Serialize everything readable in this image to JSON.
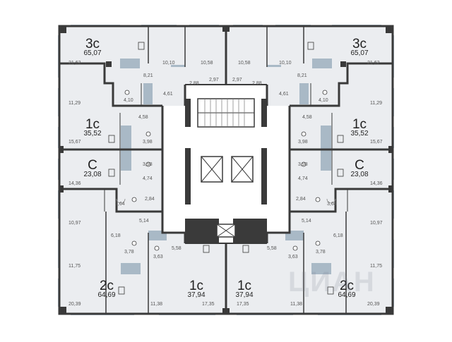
{
  "units": [
    {
      "id": "u1",
      "type": "3с",
      "area": "65,07"
    },
    {
      "id": "u2",
      "type": "3с",
      "area": "65,07"
    },
    {
      "id": "u3",
      "type": "1с",
      "area": "35,52"
    },
    {
      "id": "u4",
      "type": "1с",
      "area": "35,52"
    },
    {
      "id": "u5",
      "type": "С",
      "area": "23,08"
    },
    {
      "id": "u6",
      "type": "С",
      "area": "23,08"
    },
    {
      "id": "u7",
      "type": "2с",
      "area": "64,69"
    },
    {
      "id": "u8",
      "type": "1с",
      "area": "37,94"
    },
    {
      "id": "u9",
      "type": "1с",
      "area": "37,94"
    },
    {
      "id": "u10",
      "type": "2с",
      "area": "64,69"
    }
  ],
  "rooms": [
    "21,62",
    "10,10",
    "10,58",
    "10,58",
    "10,10",
    "21,62",
    "8,21",
    "8,21",
    "2,97",
    "2,97",
    "2,88",
    "2,88",
    "4,10",
    "4,10",
    "4,61",
    "4,61",
    "11,29",
    "11,29",
    "4,58",
    "4,58",
    "3,98",
    "3,98",
    "15,67",
    "15,67",
    "3,98",
    "3,98",
    "4,74",
    "4,74",
    "14,36",
    "14,36",
    "2,84",
    "2,84",
    "3,64",
    "3,64",
    "5,14",
    "5,14",
    "10,97",
    "10,97",
    "6,18",
    "6,18",
    "3,78",
    "3,78",
    "5,58",
    "5,58",
    "3,63",
    "3,63",
    "11,75",
    "11,75",
    "11,38",
    "11,38",
    "17,35",
    "17,35",
    "20,39",
    "20,39"
  ],
  "colors": {
    "unit_fill": "#ebedf0",
    "wall": "#3a3a3a",
    "bath_fill": "#a9b9c6",
    "window": "#b6c8d6",
    "core_fill": "#ffffff"
  },
  "icons": [
    "stair-icon",
    "elevator-icon",
    "toilet-icon",
    "bathtub-icon",
    "kitchen-icon"
  ],
  "watermark": "ЦИАН"
}
